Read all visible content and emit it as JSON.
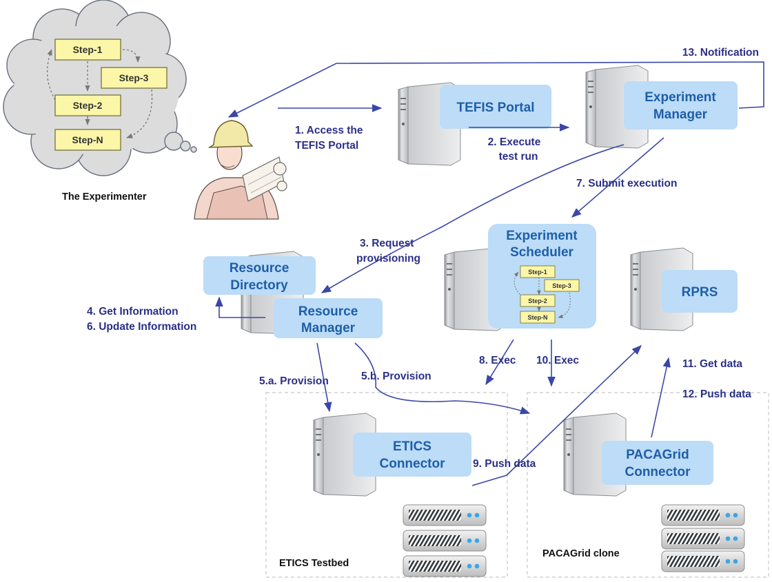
{
  "cloud": {
    "steps": [
      "Step-1",
      "Step-3",
      "Step-2",
      "Step-N"
    ],
    "caption": "The Experimenter"
  },
  "scheduler_steps": [
    "Step-1",
    "Step-3",
    "Step-2",
    "Step-N"
  ],
  "components": {
    "tefis_portal": "TEFIS Portal",
    "experiment_manager": [
      "Experiment",
      "Manager"
    ],
    "experiment_scheduler": [
      "Experiment",
      "Scheduler"
    ],
    "resource_directory": [
      "Resource",
      "Directory"
    ],
    "resource_manager": [
      "Resource",
      "Manager"
    ],
    "rprs": "RPRS",
    "etics_connector": [
      "ETICS",
      "Connector"
    ],
    "pacagrid_connector": [
      "PACAGrid",
      "Connector"
    ]
  },
  "testbeds": {
    "etics": "ETICS Testbed",
    "pacagrid": "PACAGrid clone"
  },
  "labels": {
    "access_portal": [
      "1. Access the",
      "TEFIS Portal"
    ],
    "execute_test_run": [
      "2. Execute",
      "test run"
    ],
    "request_provisioning": [
      "3. Request",
      "provisioning"
    ],
    "get_information": "4. Get Information",
    "update_information": "6. Update Information",
    "provision_a": "5.a. Provision",
    "provision_b": "5.b. Provision",
    "submit_execution": "7. Submit execution",
    "exec_8": "8. Exec",
    "exec_10": "10. Exec",
    "push_data_9": "9. Push data",
    "get_data": "11. Get data",
    "push_data_12": "12. Push data",
    "notification": "13. Notification"
  },
  "colors": {
    "label": "#2b2f86",
    "arrow": "#3a46a8",
    "box_fill": "#bcdcf7",
    "box_text": "#1f5ea8",
    "step_fill": "#fcf6a8",
    "cloud_fill": "#dcdcdc"
  }
}
